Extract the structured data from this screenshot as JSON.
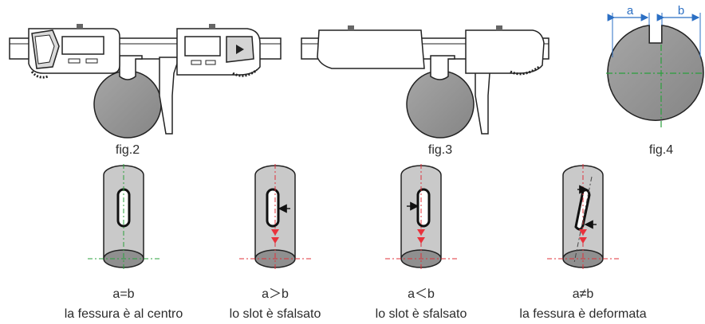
{
  "figures": {
    "fig2": {
      "label": "fig.2"
    },
    "fig3": {
      "label": "fig.3"
    },
    "fig4": {
      "label": "fig.4",
      "dim_a": "a",
      "dim_b": "b"
    }
  },
  "slot_cases": [
    {
      "relation": "a=b",
      "caption": "la fessura è al centro"
    },
    {
      "relation": "a＞b",
      "caption": "lo slot è sfalsato"
    },
    {
      "relation": "a＜b",
      "caption": "lo slot è sfalsato"
    },
    {
      "relation": "a≠b",
      "caption": "la fessura è deformata"
    }
  ],
  "colors": {
    "cylinder_fill": "#c9c9c9",
    "disc_fill": "#8f8f8f",
    "outline": "#1a1a1a",
    "centerline_green": "#2aa03c",
    "centerline_red": "#e0303a",
    "arrow_red": "#e8323c",
    "dimension_blue": "#2b6fc4",
    "caliper_body": "#ffffff"
  }
}
